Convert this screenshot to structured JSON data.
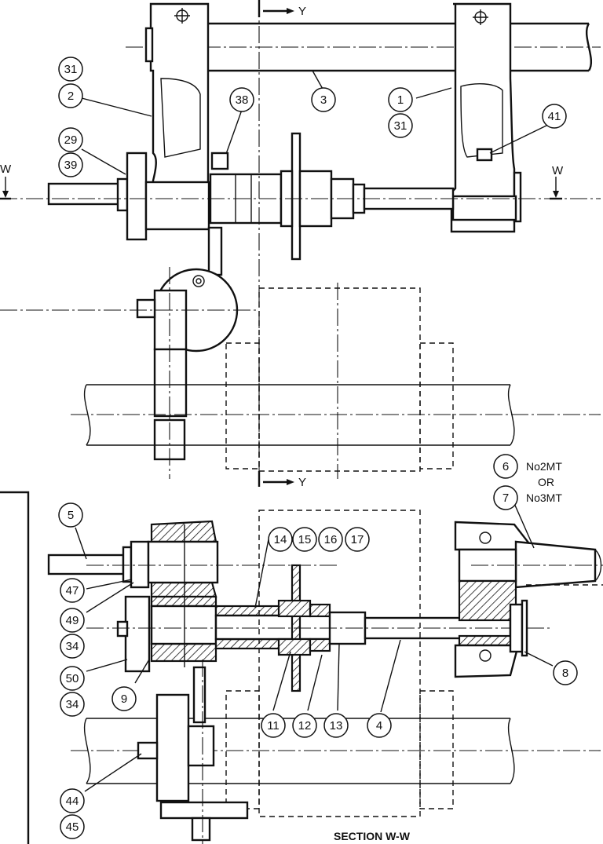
{
  "drawing": {
    "section_markers": {
      "y": "Y",
      "w": "W"
    },
    "note_taper": {
      "line1": "No2MT",
      "line2": "OR",
      "line3": "No3MT"
    },
    "section_title": "SECTION W-W",
    "callouts": {
      "c31a": "31",
      "c2": "2",
      "c29": "29",
      "c39": "39",
      "c38": "38",
      "c3": "3",
      "c1": "1",
      "c31b": "31",
      "c41": "41",
      "c6": "6",
      "c7": "7",
      "c5": "5",
      "c14": "14",
      "c15": "15",
      "c16": "16",
      "c17": "17",
      "c47": "47",
      "c49": "49",
      "c34a": "34",
      "c50": "50",
      "c34b": "34",
      "c9": "9",
      "c11": "11",
      "c12": "12",
      "c13": "13",
      "c4": "4",
      "c8": "8",
      "c44": "44",
      "c45": "45"
    }
  }
}
